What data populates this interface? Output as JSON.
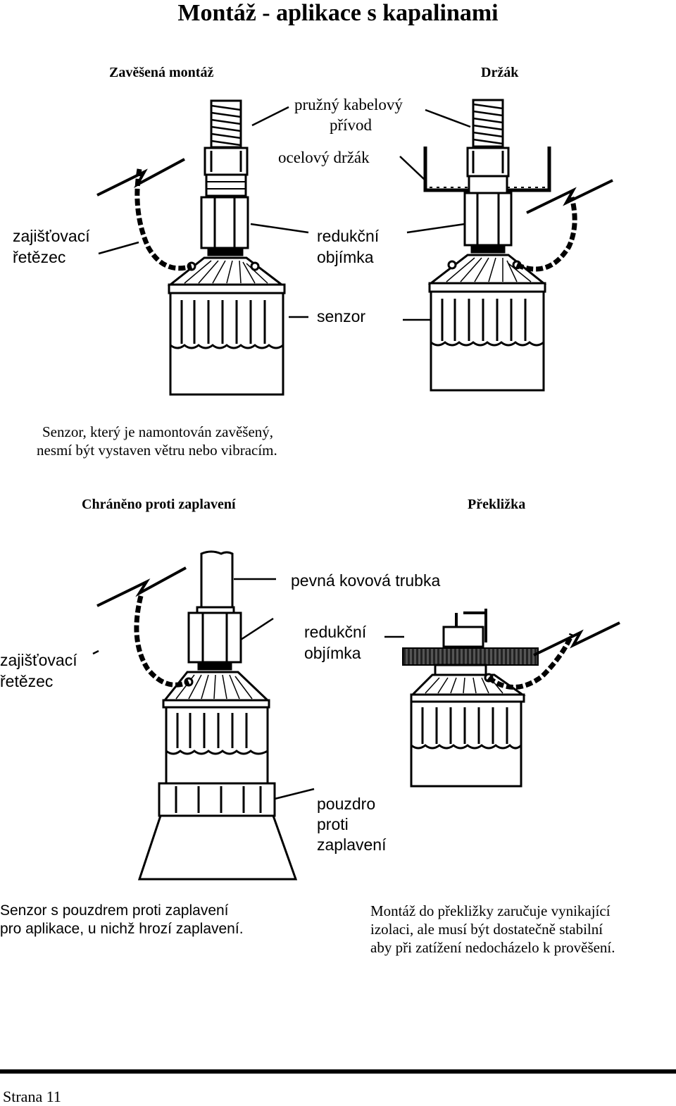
{
  "title": "Montáž - aplikace s kapalinami",
  "sections": {
    "hanging": "Zavěšená montáž",
    "bracket": "Držák",
    "flood": "Chráněno proti zaplavení",
    "plywood": "Překližka"
  },
  "labels": {
    "cable_line1": "pružný kabelový",
    "cable_line2": "přívod",
    "steel_bracket": "ocelový držák",
    "chain_top_line1": "zajišťovací",
    "chain_top_line2": "řetězec",
    "reducer_top_line1": "redukční",
    "reducer_top_line2": "objímka",
    "sensor": "senzor",
    "pipe": "pevná kovová trubka",
    "chain_bottom_line1": "zajišťovací",
    "chain_bottom_line2": "řetězec",
    "reducer_bottom_line1": "redukční",
    "reducer_bottom_line2": "objímka",
    "housing_line1": "pouzdro",
    "housing_line2": "proti",
    "housing_line3": "zaplavení"
  },
  "captions": {
    "hanging_line1": "Senzor, který je namontován zavěšený,",
    "hanging_line2": "nesmí být vystaven větru nebo vibracím.",
    "flood_line1": "Senzor s pouzdrem proti zaplavení",
    "flood_line2": "pro aplikace, u nichž hrozí zaplavení.",
    "plywood_line1": "Montáž do překližky zaručuje vynikající",
    "plywood_line2": "izolaci, ale musí být dostatečně stabilní",
    "plywood_line3": "aby při zatížení nedocházelo k prověšení."
  },
  "footer": {
    "page": "Strana 11"
  }
}
